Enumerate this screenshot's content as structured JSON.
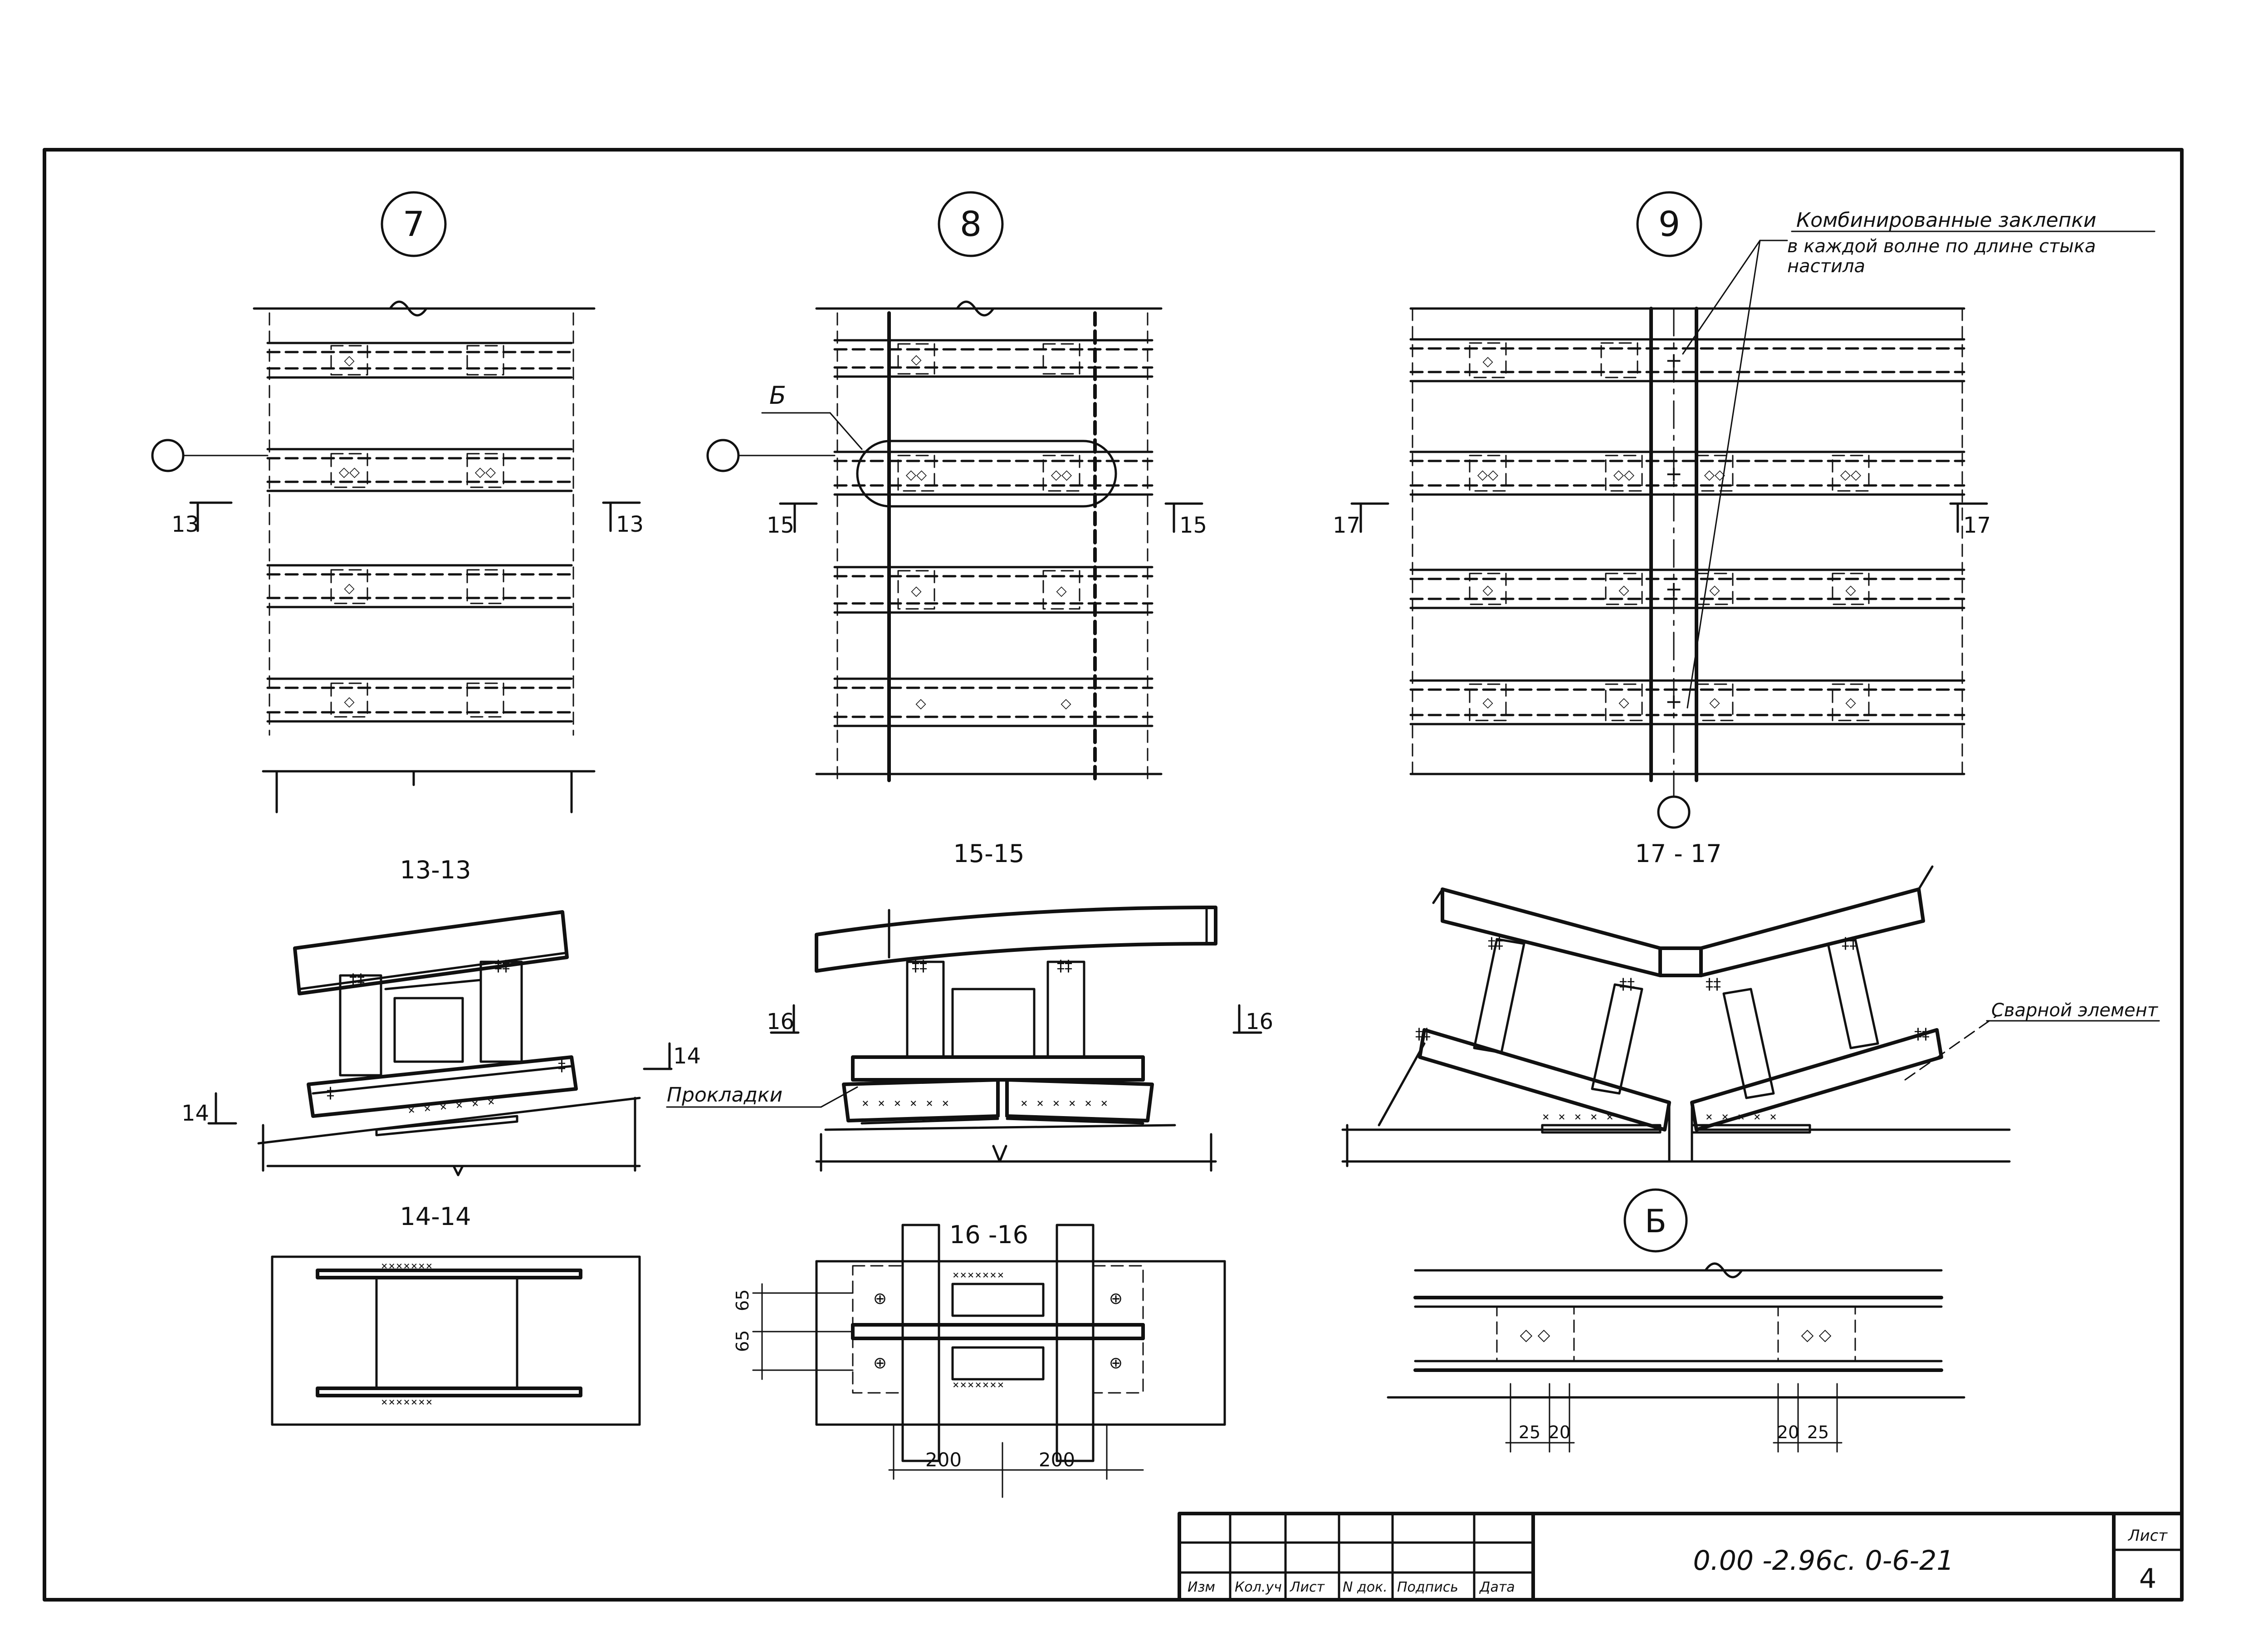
{
  "detail_marks": {
    "d7": "7",
    "d8": "8",
    "d9": "9",
    "dB": "Б"
  },
  "callouts": {
    "rivets_title": "Комбинированные заклепки",
    "rivets_note_line1": "в каждой волне по длине стыка",
    "rivets_note_line2": "настила",
    "detail_b_ref": "Б",
    "gaskets": "Прокладки",
    "welded_element": "Сварной элемент"
  },
  "section_marks": {
    "s13": "13",
    "s15": "15",
    "s17": "17",
    "s14": "14",
    "s16": "16"
  },
  "section_titles": {
    "t13": "13-13",
    "t15": "15-15",
    "t17": "17 - 17",
    "t14": "14-14",
    "t16": "16 -16"
  },
  "dimensions": {
    "d65a": "65",
    "d65b": "65",
    "d200a": "200",
    "d200b": "200",
    "d25a": "25",
    "d20a": "20",
    "d20b": "20",
    "d25b": "25"
  },
  "title_block": {
    "headers": [
      "Изм",
      "Кол.уч",
      "Лист",
      "N док.",
      "Подпись",
      "Дата"
    ],
    "code": "0.00 -2.96с. 0-6-21",
    "sheet_label": "Лист",
    "sheet_number": "4"
  }
}
